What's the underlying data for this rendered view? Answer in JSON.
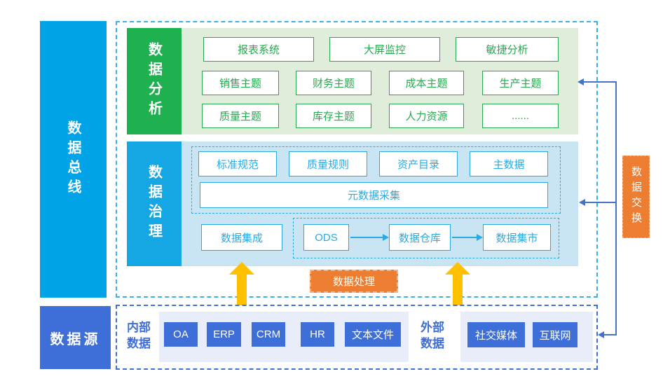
{
  "bus": {
    "label": "数据总线"
  },
  "exchange": {
    "label": "数据交换"
  },
  "processing": {
    "label": "数据处理"
  },
  "analysis": {
    "label": "数据分析",
    "apps": [
      "报表系统",
      "大屏监控",
      "敏捷分析"
    ],
    "themes": [
      "销售主题",
      "财务主题",
      "成本主题",
      "生产主题",
      "质量主题",
      "库存主题",
      "人力资源",
      "......"
    ]
  },
  "governance": {
    "label": "数据治理",
    "standards": [
      "标准规范",
      "质量规则",
      "资产目录",
      "主数据"
    ],
    "metadata": "元数据采集",
    "integration": "数据集成",
    "pipeline": [
      "ODS",
      "数据仓库",
      "数据集市"
    ]
  },
  "source": {
    "label": "数据源",
    "internal": {
      "label": "内部数据",
      "items": [
        "OA",
        "ERP",
        "CRM",
        "HR",
        "文本文件"
      ]
    },
    "external": {
      "label": "外部数据",
      "items": [
        "社交媒体",
        "互联网"
      ]
    }
  },
  "colors": {
    "bus_cyan": "#00A3E6",
    "green": "#1FB050",
    "green_light": "#E0EDDA",
    "gov_cyan": "#14A7E3",
    "gov_light": "#C9E5F4",
    "box_cyan": "#2BAAE2",
    "orange": "#ED7D31",
    "yellow": "#FFC000",
    "royal_blue": "#3E6ED8",
    "connector_blue": "#4472C4"
  }
}
